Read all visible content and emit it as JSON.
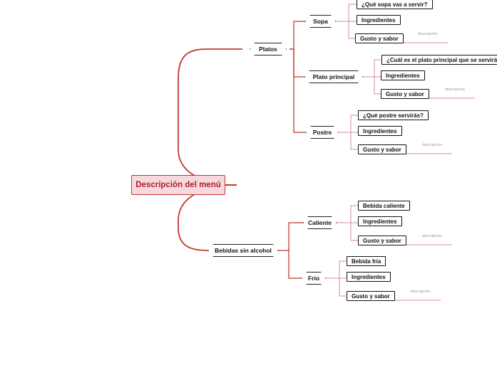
{
  "diagram": {
    "type": "mindmap",
    "colors": {
      "root_fill": "#f7d9dd",
      "root_border": "#c0392b",
      "root_text": "#b0202e",
      "edge": "#c0392b",
      "edge_light": "#d98c99",
      "caption": "#9a9a9a"
    },
    "root": {
      "label": "Descripción del menú"
    },
    "branches": [
      {
        "id": "platos",
        "label": "Platos",
        "children": [
          {
            "id": "sopa",
            "label": "Sopa",
            "items": [
              {
                "label": "¿Qué sopa vas a servir?"
              },
              {
                "label": "Ingredientes"
              },
              {
                "label": "Gusto y sabor",
                "caption": "descripción"
              }
            ]
          },
          {
            "id": "plato-principal",
            "label": "Plato principal",
            "items": [
              {
                "label": "¿Cuál es el plato principal que se servirá?"
              },
              {
                "label": "Ingredientes"
              },
              {
                "label": "Gusto y sabor",
                "caption": "descripción"
              }
            ]
          },
          {
            "id": "postre",
            "label": "Postre",
            "items": [
              {
                "label": "¿Qué postre servirás?"
              },
              {
                "label": "Ingredientes"
              },
              {
                "label": "Gusto y sabor",
                "caption": "descripción"
              }
            ]
          }
        ]
      },
      {
        "id": "bebidas-sin-alcohol",
        "label": "Bebidas sin alcohol",
        "children": [
          {
            "id": "caliente",
            "label": "Caliente",
            "items": [
              {
                "label": "Bebida caliente"
              },
              {
                "label": "Ingredientes"
              },
              {
                "label": "Gusto y sabor",
                "caption": "descripción"
              }
            ]
          },
          {
            "id": "frio",
            "label": "Frío",
            "items": [
              {
                "label": "Bebida fría"
              },
              {
                "label": "Ingredientes"
              },
              {
                "label": "Gusto y sabor",
                "caption": "descripción"
              }
            ]
          }
        ]
      }
    ]
  }
}
